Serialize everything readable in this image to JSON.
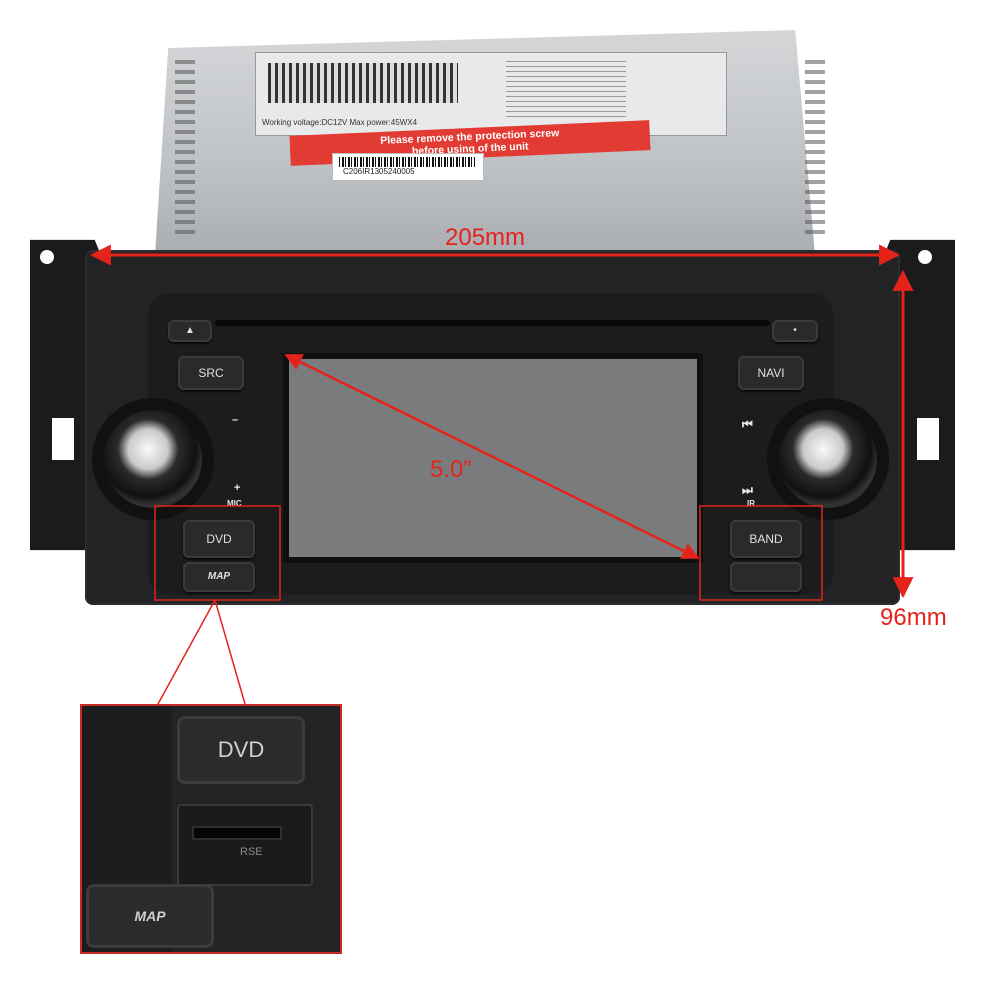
{
  "label_card": {
    "voltage_text": "Working voltage:DC12V   Max power:45WX4",
    "warning_line1": "Please remove the protection screw",
    "warning_line2": "before using of the unit",
    "serial": "C206IR1305240005"
  },
  "dimensions": {
    "width_label": "205mm",
    "height_label": "96mm",
    "screen_label": "5.0”"
  },
  "buttons": {
    "eject_glyph": "▲",
    "reset_glyph": "•",
    "src": "SRC",
    "navi": "NAVI",
    "dvd": "DVD",
    "map": "MAP",
    "band": "BAND",
    "minus": "–",
    "plus": "+",
    "mic": "MIC",
    "ir": "IR",
    "prev_glyph": "⏮",
    "next_glyph": "⏭"
  },
  "inset": {
    "dvd": "DVD",
    "rse": "RSE",
    "map": "MAP"
  },
  "colors": {
    "annotation": "#e4231b"
  }
}
